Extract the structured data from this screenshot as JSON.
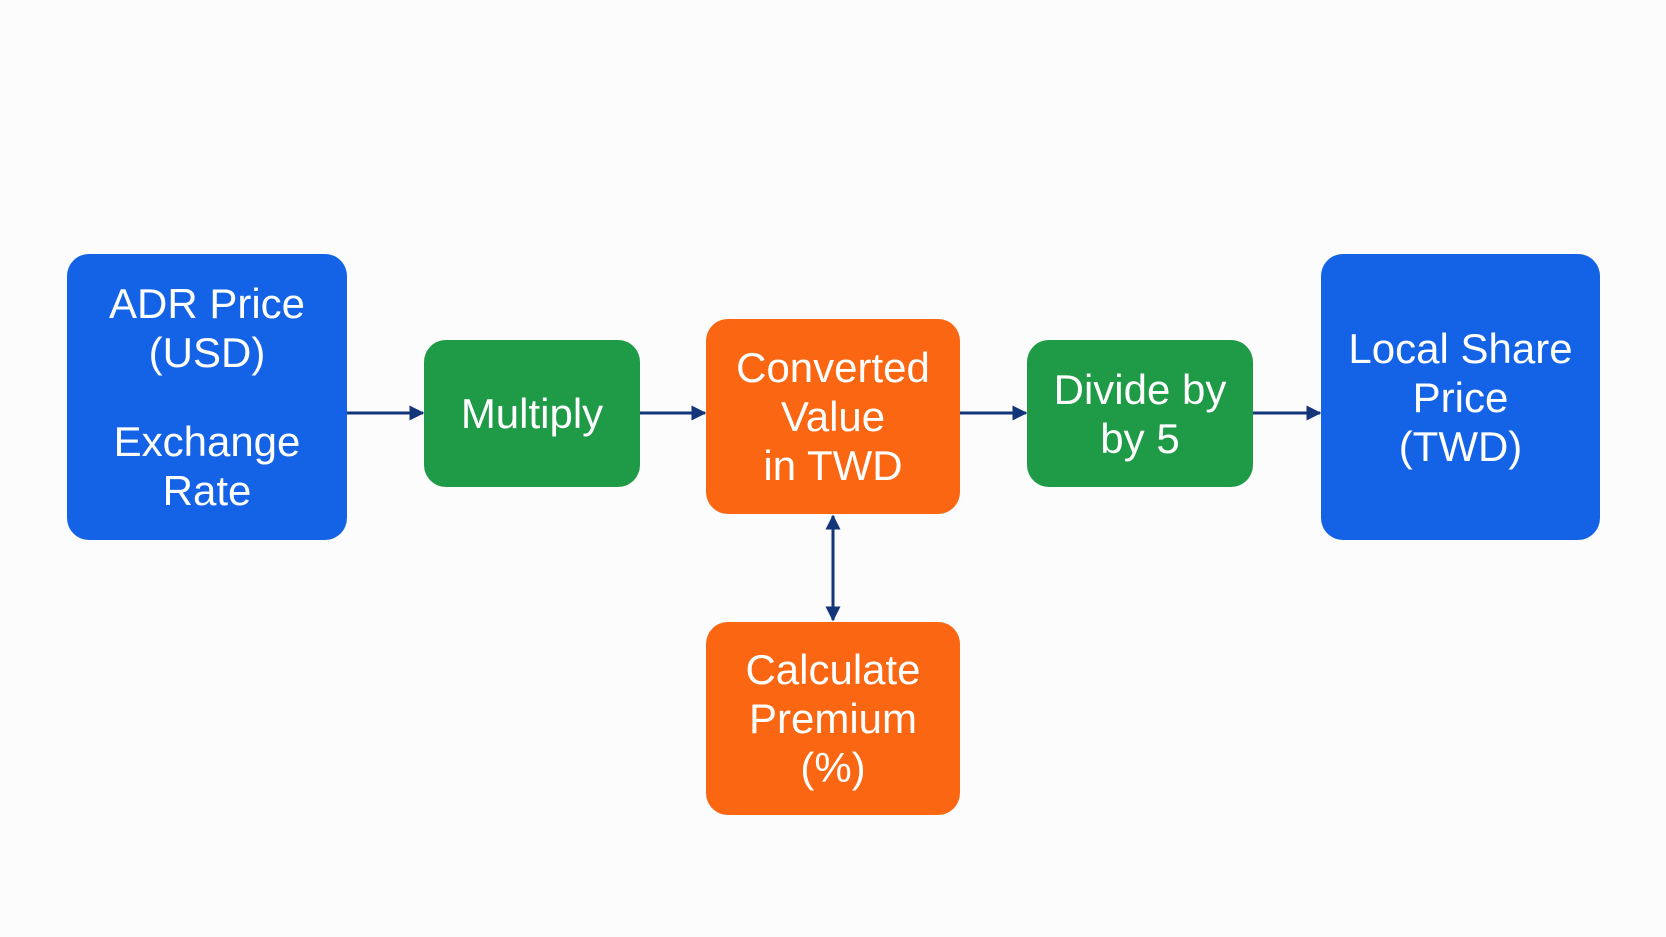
{
  "diagram": {
    "nodes": {
      "adr": {
        "lines_top": [
          "ADR Price",
          "(USD)"
        ],
        "lines_bottom": [
          "Exchange",
          "Rate"
        ],
        "color": "#1463e6"
      },
      "multiply": {
        "lines": [
          "Multiply"
        ],
        "color": "#1f9a46"
      },
      "converted": {
        "lines": [
          "Converted",
          "Value",
          "in TWD"
        ],
        "color": "#fa6612"
      },
      "divide": {
        "lines": [
          "Divide by",
          "by 5"
        ],
        "color": "#1f9a46"
      },
      "local": {
        "lines": [
          "Local Share",
          "Price",
          "(TWD)"
        ],
        "color": "#1463e6"
      },
      "premium": {
        "lines": [
          "Calculate",
          "Premium",
          "(%)"
        ],
        "color": "#fa6612"
      }
    },
    "edges": [
      {
        "from": "adr",
        "to": "multiply",
        "style": "single-arrow"
      },
      {
        "from": "multiply",
        "to": "converted",
        "style": "single-arrow"
      },
      {
        "from": "converted",
        "to": "divide",
        "style": "single-arrow"
      },
      {
        "from": "divide",
        "to": "local",
        "style": "single-arrow"
      },
      {
        "from": "converted",
        "to": "premium",
        "style": "double-arrow"
      }
    ],
    "edge_color": "#13357a"
  }
}
